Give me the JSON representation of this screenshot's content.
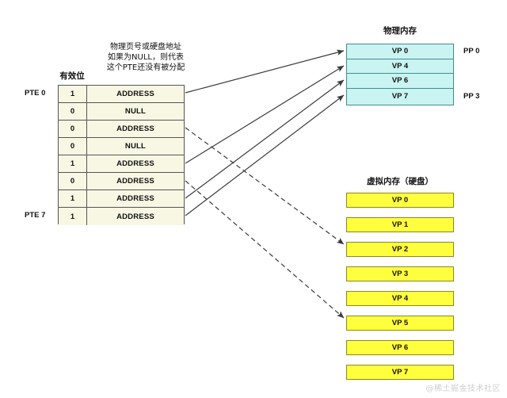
{
  "diagram": {
    "annotation_note": [
      "物理页号或硬盘地址",
      "如果为NULL，则代表",
      "这个PTE还没有被分配"
    ],
    "valid_bit_label": "有效位",
    "pte_first_label": "PTE 0",
    "pte_last_label": "PTE 7",
    "page_table": {
      "rows": [
        {
          "valid": "1",
          "address": "ADDRESS"
        },
        {
          "valid": "0",
          "address": "NULL"
        },
        {
          "valid": "0",
          "address": "ADDRESS"
        },
        {
          "valid": "0",
          "address": "NULL"
        },
        {
          "valid": "1",
          "address": "ADDRESS"
        },
        {
          "valid": "0",
          "address": "ADDRESS"
        },
        {
          "valid": "1",
          "address": "ADDRESS"
        },
        {
          "valid": "1",
          "address": "ADDRESS"
        }
      ]
    },
    "physical_memory": {
      "title": "物理内存",
      "rows": [
        "VP 0",
        "VP 4",
        "VP 6",
        "VP 7"
      ],
      "first_frame_label": "PP 0",
      "last_frame_label": "PP 3"
    },
    "virtual_memory": {
      "title": "虚拟内存（硬盘）",
      "rows": [
        "VP 0",
        "VP 1",
        "VP 2",
        "VP 3",
        "VP 4",
        "VP 5",
        "VP 6",
        "VP 7"
      ]
    },
    "watermark": "@稀土掘金技术社区",
    "colors": {
      "physical_fill": "#c9f4f2",
      "physical_border": "#3f8f8f",
      "virtual_fill": "#ffff3d",
      "virtual_border": "#8a8a1e",
      "table_fill": "#f7f7e4",
      "table_border": "#555555",
      "connector": "#3a3a3a"
    }
  }
}
